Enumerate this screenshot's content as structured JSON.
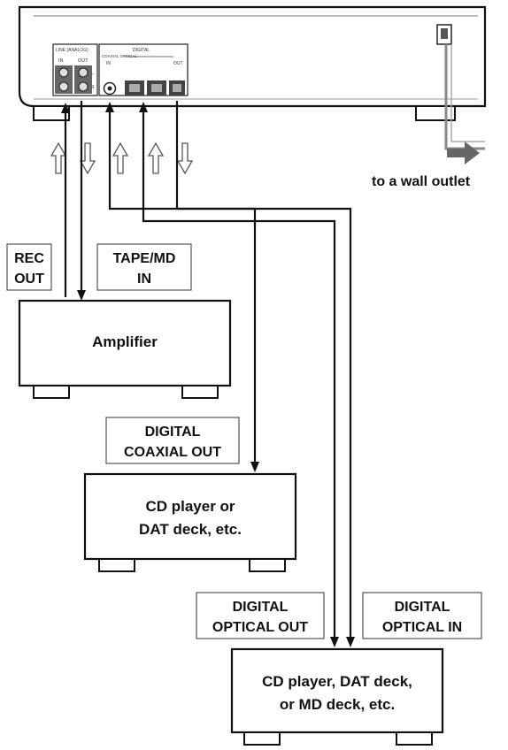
{
  "unit_panel": {
    "group_analog": "LINE (ANALOG)",
    "analog_in": "IN",
    "analog_out": "OUT",
    "ch_l": "L",
    "ch_r": "R",
    "group_digital": "DIGITAL",
    "group_digital_sub": "COAXIAL OPTICAL",
    "digital_in": "IN",
    "digital_out": "OUT"
  },
  "wall_outlet_label": "to a wall outlet",
  "signal_labels": {
    "rec_out": [
      "REC",
      "OUT"
    ],
    "tape_md_in": [
      "TAPE/MD",
      "IN"
    ],
    "digital_coaxial_out": [
      "DIGITAL",
      "COAXIAL OUT"
    ],
    "digital_optical_out": [
      "DIGITAL",
      "OPTICAL OUT"
    ],
    "digital_optical_in": [
      "DIGITAL",
      "OPTICAL IN"
    ]
  },
  "devices": {
    "amplifier": [
      "Amplifier"
    ],
    "cd_dat_player": [
      "CD player or",
      "DAT deck, etc."
    ],
    "cd_dat_md": [
      "CD player, DAT deck,",
      "or MD deck, etc."
    ]
  },
  "colors": {
    "line": "#111111",
    "label_border": "#444444",
    "power_cord": "#888888",
    "jack_fill": "#555555"
  }
}
